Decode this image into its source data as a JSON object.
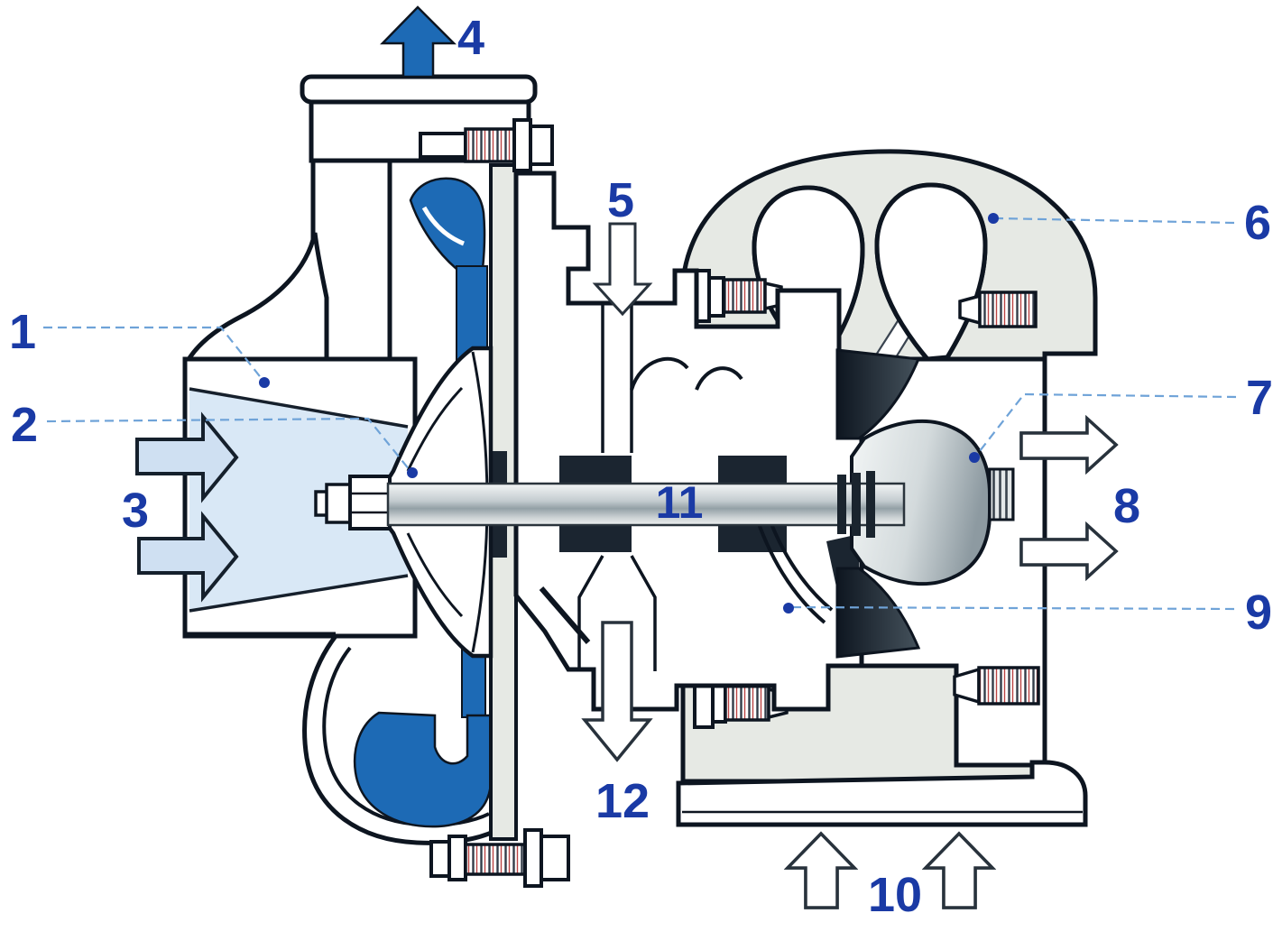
{
  "diagram": {
    "callouts": [
      {
        "number": "1",
        "leader_line": true
      },
      {
        "number": "2",
        "leader_line": true
      },
      {
        "number": "3",
        "leader_line": false
      },
      {
        "number": "4",
        "leader_line": false
      },
      {
        "number": "5",
        "leader_line": false
      },
      {
        "number": "6",
        "leader_line": true
      },
      {
        "number": "7",
        "leader_line": true
      },
      {
        "number": "8",
        "leader_line": false
      },
      {
        "number": "9",
        "leader_line": true
      },
      {
        "number": "10",
        "leader_line": false
      },
      {
        "number": "11",
        "leader_line": false
      },
      {
        "number": "12",
        "leader_line": false
      }
    ],
    "flow_arrows": [
      {
        "name": "flow-arrow-up-solid",
        "direction": "up",
        "style": "solid-blue",
        "callout": "4"
      },
      {
        "name": "flow-arrow-right-light-1",
        "direction": "right",
        "style": "light-blue",
        "callout": "3"
      },
      {
        "name": "flow-arrow-right-light-2",
        "direction": "right",
        "style": "light-blue",
        "callout": "3"
      },
      {
        "name": "flow-arrow-down-white",
        "direction": "down",
        "style": "white-outline",
        "callout": "5"
      },
      {
        "name": "flow-arrow-down-white-2",
        "direction": "down",
        "style": "white-outline",
        "callout": "12"
      },
      {
        "name": "flow-arrow-right-dotted-1",
        "direction": "right",
        "style": "dotted",
        "callout": "8"
      },
      {
        "name": "flow-arrow-right-dotted-2",
        "direction": "right",
        "style": "dotted",
        "callout": "8"
      },
      {
        "name": "flow-arrow-up-dotted-1",
        "direction": "up",
        "style": "dotted",
        "callout": "10"
      },
      {
        "name": "flow-arrow-up-dotted-2",
        "direction": "up",
        "style": "dotted",
        "callout": "10"
      }
    ],
    "colors": {
      "background": "#ffffff",
      "line_art": "#0d1520",
      "callout_text": "#1a3aa5",
      "leader_line": "#6fa3d8",
      "solid_blue_fill": "#1d6ab5",
      "light_blue_fill": "#d9e8f6",
      "pale_arrow_fill": "#cfe0f2",
      "housing_gray": "#e6e9e4",
      "exhaust_dot_blue": "#2b50a7"
    }
  }
}
